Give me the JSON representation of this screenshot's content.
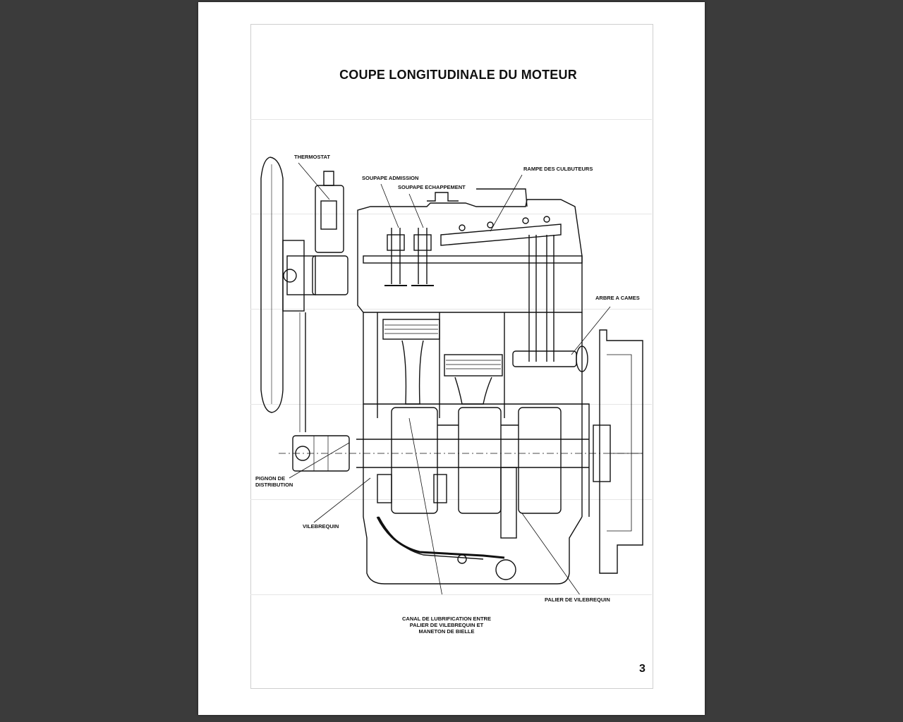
{
  "document": {
    "title": "COUPE LONGITUDINALE DU MOTEUR",
    "page_number": "3"
  },
  "labels": {
    "thermostat": "THERMOSTAT",
    "soupape_admission": "SOUPAPE ADMISSION",
    "soupape_echappement": "SOUPAPE ECHAPPEMENT",
    "rampe_culbuteurs": "RAMPE DES CULBUTEURS",
    "arbre_cames": "ARBRE A CAMES",
    "pignon_line1": "PIGNON DE",
    "pignon_line2": "DISTRIBUTION",
    "vilebrequin": "VILEBREQUIN",
    "palier_vilebrequin": "PALIER DE VILEBREQUIN",
    "canal_line1": "CANAL DE LUBRIFICATION ENTRE",
    "canal_line2": "PALIER DE VILEBREQUIN ET",
    "canal_line3": "MANETON DE BIELLE"
  }
}
